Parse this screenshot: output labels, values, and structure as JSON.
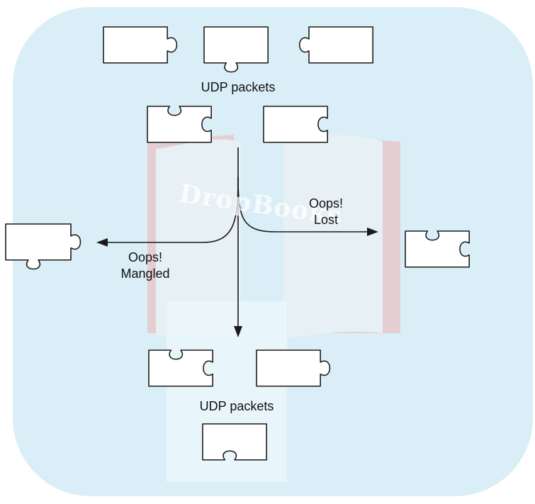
{
  "colors": {
    "panel": "#d9eef6",
    "watermark": "#efb4b4",
    "watermark_white": "#ffffff",
    "stroke": "#1a1a1a"
  },
  "watermark": {
    "text": "DropBooks"
  },
  "labels": {
    "top_packets": "UDP packets",
    "bottom_packets": "UDP packets",
    "lost": "Oops!\nLost",
    "mangled": "Oops!\nMangled"
  },
  "icons": [
    "puzzle-piece-icon",
    "arrow-icon"
  ]
}
